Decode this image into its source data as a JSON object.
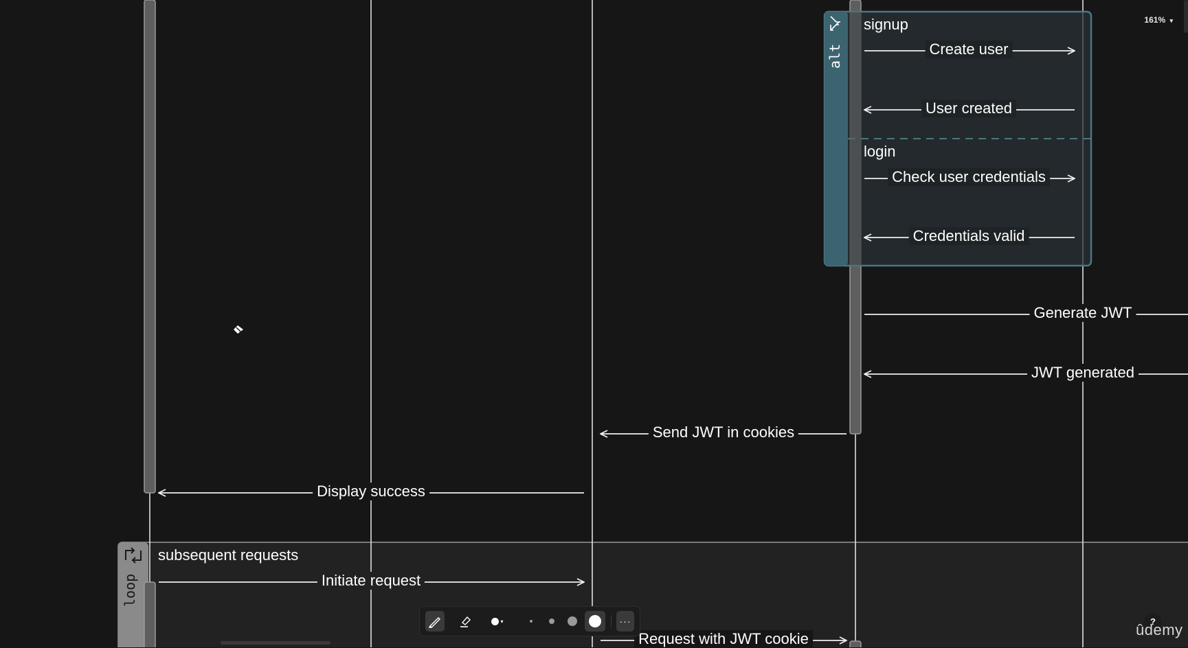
{
  "zoom": {
    "label": "161%"
  },
  "alt_frame": {
    "tag": "alt",
    "sections": [
      {
        "title": "signup",
        "messages": [
          "Create user",
          "User created"
        ]
      },
      {
        "title": "login",
        "messages": [
          "Check user credentials",
          "Credentials valid"
        ]
      }
    ]
  },
  "messages": {
    "generate_jwt": "Generate JWT",
    "jwt_generated": "JWT generated",
    "send_jwt": "Send JWT in cookies",
    "display_success": "Display success"
  },
  "loop_frame": {
    "tag": "loop",
    "title": "subsequent requests",
    "messages": [
      "Initiate request",
      "Request with JWT cookie"
    ]
  },
  "toolbar": {
    "tools": [
      "pen-tool",
      "highlighter-tool",
      "color-picker",
      "stroke-size-xs",
      "stroke-size-s",
      "stroke-size-m",
      "stroke-size-l",
      "more-options"
    ]
  },
  "help": {
    "label": "?"
  },
  "brand": {
    "logo_text": "ûdemy"
  },
  "colors": {
    "background": "#161616",
    "alt_accent": "#3c6470",
    "loop_tab": "#8a8a8a",
    "line": "#e8e8e8"
  }
}
